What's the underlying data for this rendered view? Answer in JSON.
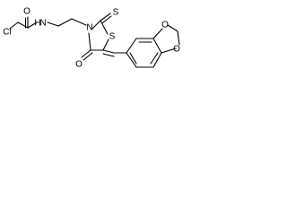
{
  "molecule": {
    "atoms": {
      "chlorine": "Cl",
      "amide_oxygen": "O",
      "amide_nitrogen_hydrogen": "H",
      "amide_nitrogen": "N",
      "ring_nitrogen": "N",
      "thioxo_sulfur": "S",
      "ring_sulfur": "S",
      "ring_oxygen": "O",
      "benzodioxole_oxygen_1": "O",
      "benzodioxole_oxygen_2": "O"
    }
  }
}
